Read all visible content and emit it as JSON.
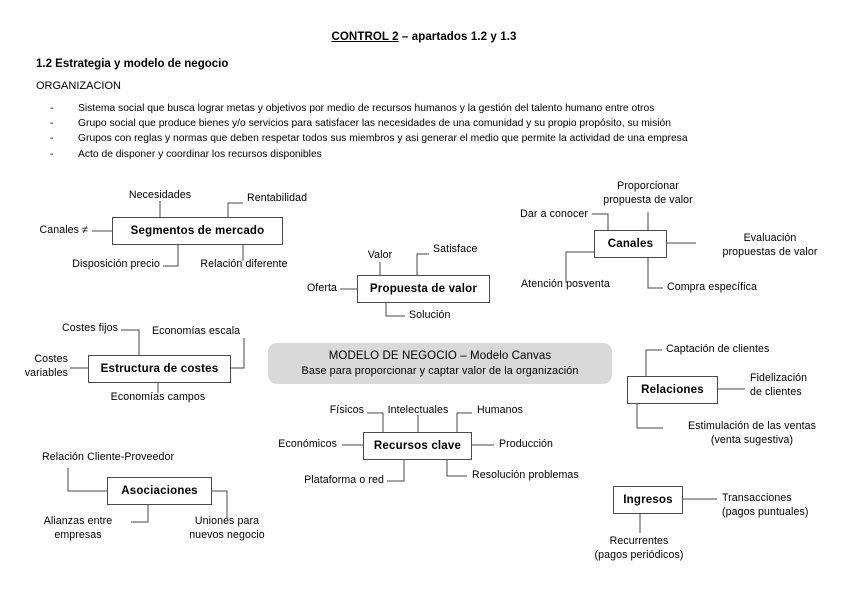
{
  "document": {
    "title_underlined": "CONTROL 2",
    "title_rest": " – apartados 1.2 y 1.3",
    "section_heading": "1.2 Estrategia y modelo de negocio",
    "org_label": "ORGANIZACION",
    "bullet_marker": "-",
    "bullets": [
      "Sistema social que busca lograr metas y objetivos por medio de recursos humanos y la gestión del talento humano entre otros",
      "Grupo social que produce bienes y/o servicios para satisfacer las necesidades de una comunidad y su propio propósito, su misión",
      "Grupos con reglas y normas que deben respetar todos sus miembros y asi generar el medio que permite la actividad de una empresa",
      "Acto de disponer y coordinar los recursos disponibles"
    ]
  },
  "diagram": {
    "center": {
      "line1": "MODELO DE NEGOCIO – Modelo Canvas",
      "line2": "Base para proporcionar y captar valor de la organización",
      "fill_color": "#d9d9d9"
    },
    "nodes": {
      "segmentos": "Segmentos de mercado",
      "propuesta": "Propuesta de valor",
      "canales": "Canales",
      "estructura": "Estructura de costes",
      "relaciones": "Relaciones",
      "recursos": "Recursos clave",
      "asociaciones": "Asociaciones",
      "ingresos": "Ingresos"
    },
    "leaves": {
      "seg_necesidades": "Necesidades",
      "seg_rentabilidad": "Rentabilidad",
      "seg_canales_dif": "Canales ≠",
      "seg_disposicion": "Disposición precio",
      "seg_relacion": "Relación diferente",
      "prop_valor": "Valor",
      "prop_satisface": "Satisface",
      "prop_oferta": "Oferta",
      "prop_solucion": "Solución",
      "can_proporcionar": "Proporcionar\npropuesta de valor",
      "can_dar_conocer": "Dar a conocer",
      "can_evaluacion": "Evaluación\npropuestas de valor",
      "can_atencion": "Atención posventa",
      "can_compra": "Compra específica",
      "est_costes_fijos": "Costes fijos",
      "est_economias_escala": "Economías escala",
      "est_costes_variables": "Costes\nvariables",
      "est_economias_campos": "Economías campos",
      "rel_captacion": "Captación de clientes",
      "rel_fidelizacion": "Fidelización\nde clientes",
      "rel_estimulacion": "Estimulación de las ventas\n(venta sugestiva)",
      "rec_fisicos": "Físicos",
      "rec_intelectuales": "Intelectuales",
      "rec_humanos": "Humanos",
      "rec_economicos": "Económicos",
      "rec_produccion": "Producción",
      "rec_plataforma": "Plataforma o red",
      "rec_resolucion": "Resolución problemas",
      "aso_relacion": "Relación Cliente-Proveedor",
      "aso_alianzas": "Alianzas entre\nempresas",
      "aso_uniones": "Uniones para\nnuevos negocio",
      "ing_transacciones": "Transacciones\n(pagos puntuales)",
      "ing_recurrentes": "Recurrentes\n(pagos periódicos)"
    }
  },
  "style": {
    "line_color": "#4a4a4a",
    "text_color": "#000000",
    "background": "#ffffff"
  }
}
